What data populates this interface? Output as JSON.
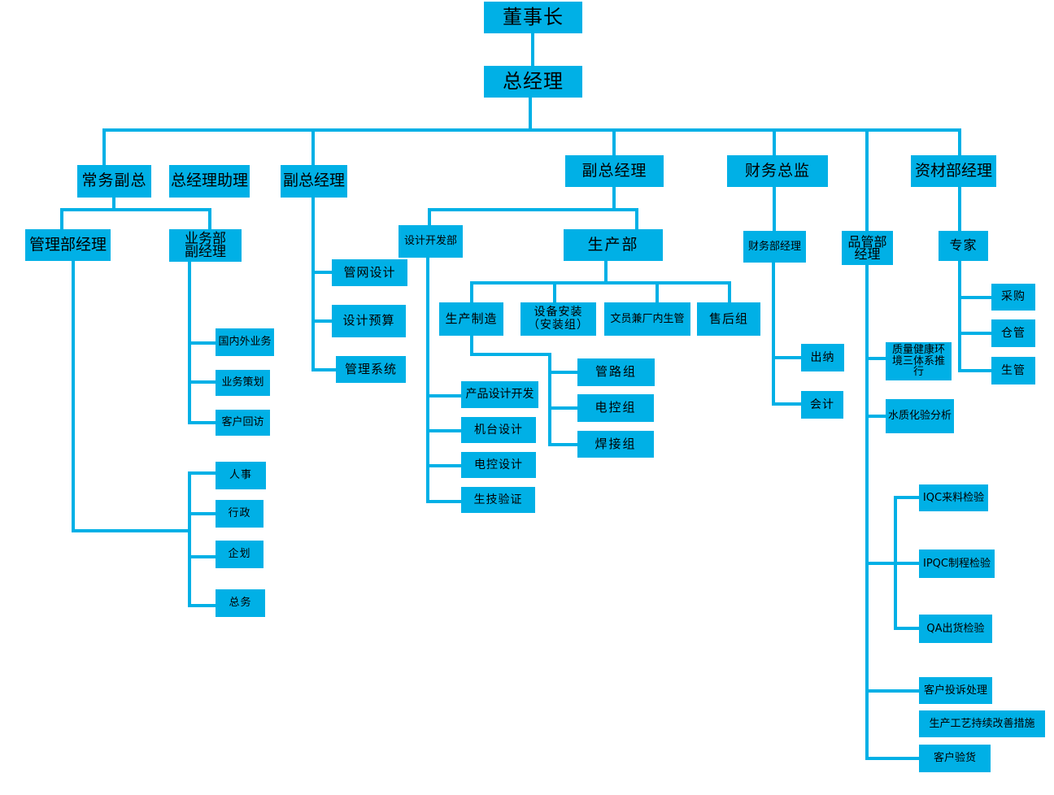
{
  "nodes": [
    {
      "id": "chairman",
      "label": "董事长"
    },
    {
      "id": "gm",
      "label": "总经理"
    },
    {
      "id": "exec_vp",
      "label": "常务副总"
    },
    {
      "id": "gm_assistant",
      "label": "总经理助理"
    },
    {
      "id": "vp_a",
      "label": "副总经理"
    },
    {
      "id": "vp_b",
      "label": "副总经理"
    },
    {
      "id": "cfo",
      "label": "财务总监"
    },
    {
      "id": "materials_mgr",
      "label": "资材部经理"
    },
    {
      "id": "admin_mgr",
      "label": "管理部经理"
    },
    {
      "id": "biz_deputy",
      "label": "业务部\n副经理"
    },
    {
      "id": "pipe_design",
      "label": "管网设计"
    },
    {
      "id": "design_budget",
      "label": "设计预算"
    },
    {
      "id": "mgmt_system",
      "label": "管理系统"
    },
    {
      "id": "design_dev",
      "label": "设计开发部"
    },
    {
      "id": "production",
      "label": "生产部"
    },
    {
      "id": "finance_mgr",
      "label": "财务部经理"
    },
    {
      "id": "qc_mgr",
      "label": "品管部\n经理"
    },
    {
      "id": "expert",
      "label": "专家"
    },
    {
      "id": "domestic_intl",
      "label": "国内外业务"
    },
    {
      "id": "biz_planning",
      "label": "业务策划"
    },
    {
      "id": "client_visit",
      "label": "客户回访"
    },
    {
      "id": "hr",
      "label": "人事"
    },
    {
      "id": "admin",
      "label": "行政"
    },
    {
      "id": "planning",
      "label": "企划"
    },
    {
      "id": "general_affairs",
      "label": "总务"
    },
    {
      "id": "manufacturing",
      "label": "生产制造"
    },
    {
      "id": "equip_install",
      "label": "设备安装\n（安装组）"
    },
    {
      "id": "clerk_prod",
      "label": "文员兼厂内生管"
    },
    {
      "id": "after_sales",
      "label": "售后组"
    },
    {
      "id": "product_design",
      "label": "产品设计开发"
    },
    {
      "id": "machine_design",
      "label": "机台设计"
    },
    {
      "id": "elec_design",
      "label": "电控设计"
    },
    {
      "id": "tech_verify",
      "label": "生技验证"
    },
    {
      "id": "pipeline_grp",
      "label": "管路组"
    },
    {
      "id": "elec_grp",
      "label": "电控组"
    },
    {
      "id": "welding_grp",
      "label": "焊接组"
    },
    {
      "id": "cashier",
      "label": "出纳"
    },
    {
      "id": "accountant",
      "label": "会计"
    },
    {
      "id": "quality_sys",
      "label": "质量健康环\n境三体系推行"
    },
    {
      "id": "water_test",
      "label": "水质化验分析"
    },
    {
      "id": "iqc",
      "label": "IQC来料检验"
    },
    {
      "id": "ipqc",
      "label": "IPQC制程检验"
    },
    {
      "id": "qa",
      "label": "QA出货检验"
    },
    {
      "id": "complaint",
      "label": "客户投诉处理"
    },
    {
      "id": "process_improve",
      "label": "生产工艺持续改善措施"
    },
    {
      "id": "acceptance",
      "label": "客户验货"
    },
    {
      "id": "purchasing",
      "label": "采购"
    },
    {
      "id": "warehouse",
      "label": "仓管"
    },
    {
      "id": "prod_control",
      "label": "生管"
    }
  ],
  "colors": {
    "node_fill": "#00b0e6",
    "line": "#00b0e6",
    "text": "#000000",
    "background": "#ffffff"
  }
}
